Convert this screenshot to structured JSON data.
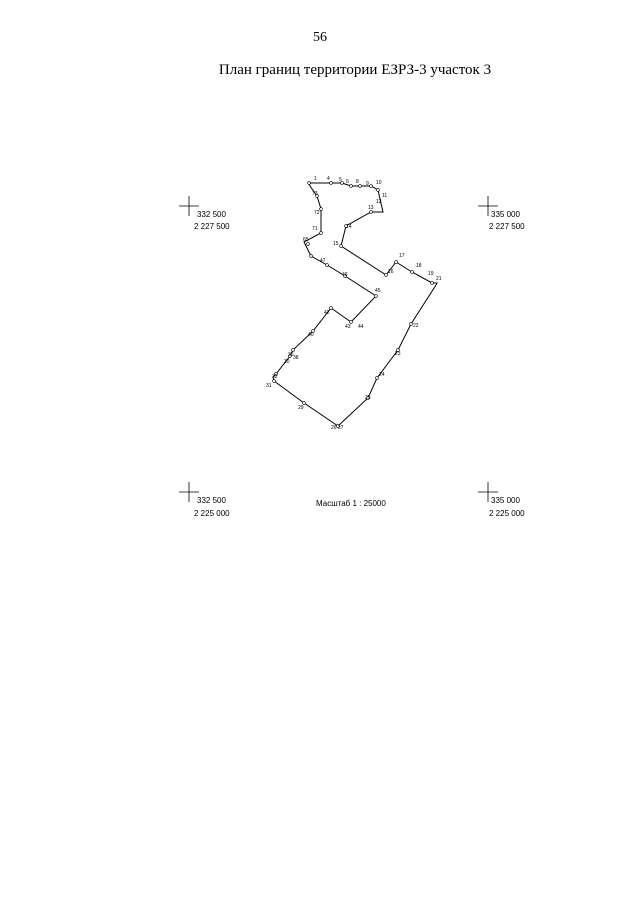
{
  "page_number": "56",
  "title": "План границ территории ЕЗРЗ-3 участок 3",
  "scale_label": "Масштаб 1 : 25000",
  "grid_marks": {
    "top_left": {
      "x_label": "332 500",
      "y_label": "2 227 500"
    },
    "top_right": {
      "x_label": "335 000",
      "y_label": "2 227 500"
    },
    "bottom_left": {
      "x_label": "332 500",
      "y_label": "2 225 000"
    },
    "bottom_right": {
      "x_label": "335 000",
      "y_label": "2 225 000"
    }
  },
  "point_labels": {
    "p1": "1",
    "p4": "4",
    "p5": "5",
    "p6": "6",
    "p8": "8",
    "p9": "9",
    "p10": "10",
    "p11": "11",
    "p12": "12",
    "p13": "13",
    "p14": "14",
    "p15": "15",
    "p16": "16",
    "p17": "17",
    "p18": "18",
    "p19": "19",
    "p21": "21",
    "p22": "22",
    "p23": "23",
    "p24": "24",
    "p25": "25",
    "p26": "26",
    "p27": "27",
    "p29": "29",
    "p30": "30",
    "p31": "31",
    "p32": "32",
    "p36": "36",
    "p38": "38",
    "p40": "40",
    "p42": "42",
    "p43": "43",
    "p44": "44",
    "p45": "45",
    "p46": "46",
    "p47": "47",
    "p65": "65",
    "p71": "71",
    "p72": "72",
    "p73": "73"
  }
}
